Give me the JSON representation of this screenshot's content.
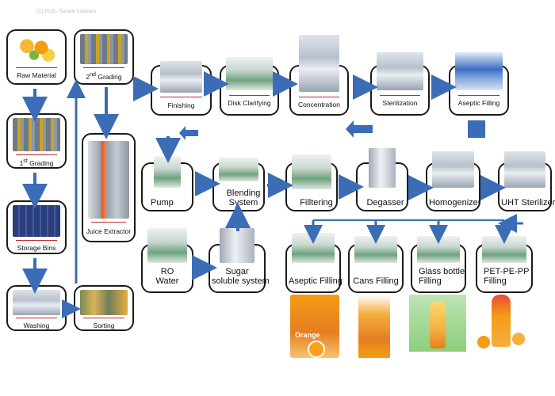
{
  "header_text": "(C) 2015 - Sample Solutions",
  "nodes": {
    "raw_material": {
      "label": "Raw Material"
    },
    "grading2": {
      "label_pre": "2",
      "label_sup": "nd",
      "label_post": " Grading"
    },
    "grading1": {
      "label_pre": "1",
      "label_sup": "st",
      "label_post": " Grading"
    },
    "storage_bins": {
      "label": "Storage Bins"
    },
    "washing": {
      "label": "Washing"
    },
    "sorting": {
      "label": "Sorting"
    },
    "juice_extractor": {
      "label": "Juice Extractor"
    },
    "finishing": {
      "label": "Finishing"
    },
    "disk_clarifying": {
      "label": "Disk Clarifying"
    },
    "concentration": {
      "label": "Concentration"
    },
    "sterilization": {
      "label": "Sterilization"
    },
    "aseptic_filling_top": {
      "label": "Aseptic Filling"
    },
    "pump": {
      "label": "Pump"
    },
    "blending": {
      "label": "Blending\nSystem"
    },
    "filltering": {
      "label": "Filltering"
    },
    "degasser": {
      "label": "Degasser"
    },
    "homogenizer": {
      "label": "Homogenizer"
    },
    "uht": {
      "label": "UHT Sterilizer"
    },
    "ro_water": {
      "label": "RO\nWater"
    },
    "sugar": {
      "label": "Sugar\nsoluble system"
    },
    "aseptic_filling": {
      "label": "Aseptic Filling"
    },
    "cans_filling": {
      "label": "Cans Filling"
    },
    "glass_bottle": {
      "label": "Glass bottle\nFilling"
    },
    "pet": {
      "label": "PET-PE-PP\nFilling"
    }
  },
  "products": {
    "carton_text": "Orange"
  },
  "colors": {
    "arrow": "#3a6db5",
    "border": "#1b1b1b",
    "redline": "#c62828"
  }
}
